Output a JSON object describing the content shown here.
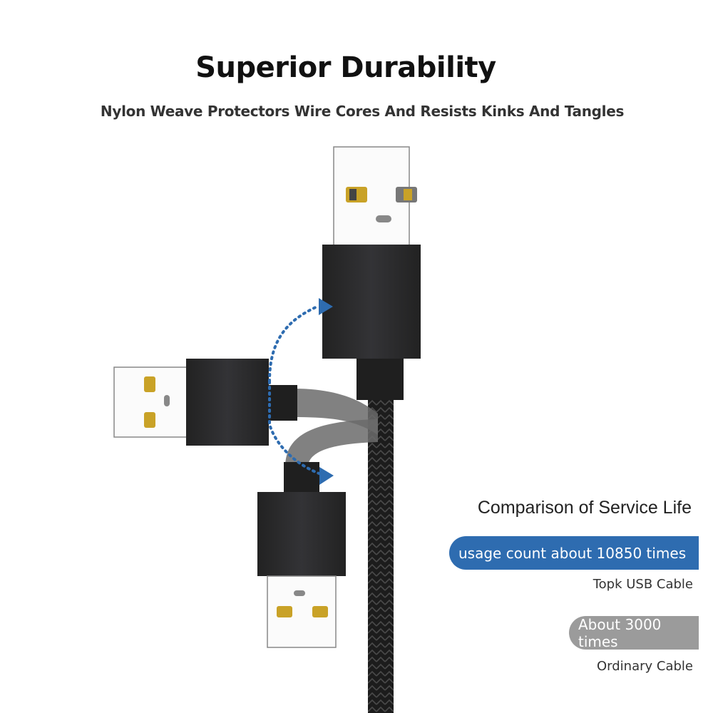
{
  "header": {
    "title": "Superior Durability",
    "subtitle": "Nylon Weave Protectors Wire Cores And Resists Kinks And Tangles"
  },
  "illustration": {
    "description": "Three USB-A connectors showing bend motion with blue dotted arrows on braided black cable",
    "colors": {
      "connector_body": "#2a2a2c",
      "arrow": "#2e6cb0",
      "cable": "#1e1e1e",
      "gold_pin": "#c9a227"
    }
  },
  "comparison": {
    "title": "Comparison of Service Life",
    "items": [
      {
        "value_text": "usage count about 10850 times",
        "label": "Topk USB Cable",
        "color": "#2e6cb0"
      },
      {
        "value_text": "About 3000 times",
        "label": "Ordinary Cable",
        "color": "#9b9b9b"
      }
    ]
  }
}
